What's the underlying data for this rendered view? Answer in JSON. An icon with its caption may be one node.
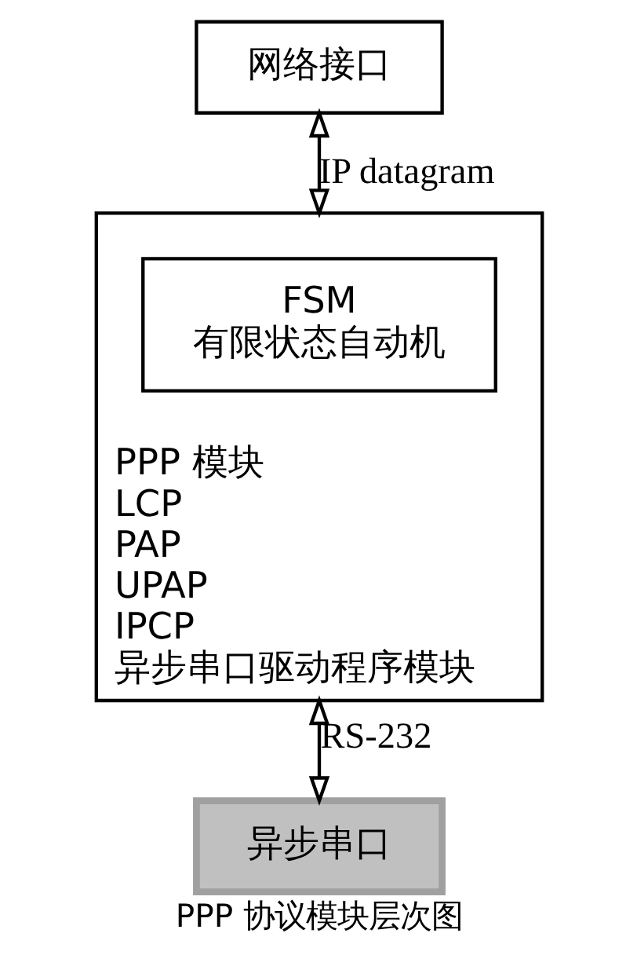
{
  "diagram": {
    "caption": "PPP 协议模块层次图",
    "nodes": [
      {
        "text": [
          "网络接口"
        ]
      },
      {
        "text": [
          "PPP 模块",
          "LCP",
          "PAP",
          "UPAP",
          "IPCP",
          "异步串口驱动程序模块"
        ]
      },
      {
        "text": [
          "FSM",
          "有限状态自动机"
        ],
        "in": 1
      },
      {
        "text": [
          "异步串口"
        ]
      }
    ],
    "edges": [
      {
        "from": 0,
        "to": 1,
        "arrow": "both",
        "label": "IP datagram"
      },
      {
        "from": 1,
        "to": 3,
        "arrow": "both",
        "label": "RS-232"
      }
    ]
  }
}
